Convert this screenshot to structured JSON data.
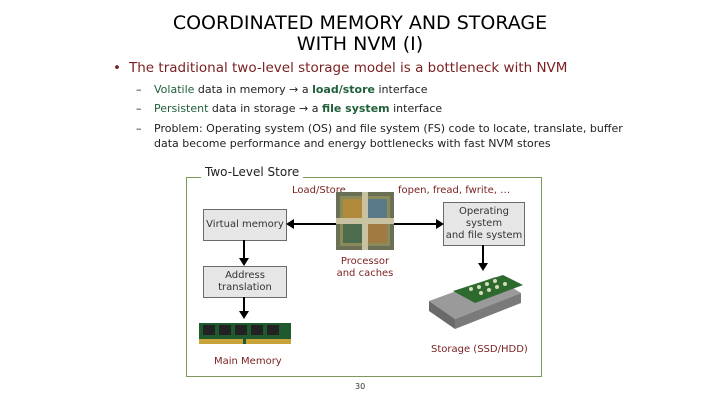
{
  "slide": {
    "title_line1": "COORDINATED MEMORY AND STORAGE",
    "title_line2": "WITH NVM (I)",
    "bullet_marker": "•",
    "bullet": "The traditional two-level storage model is a bottleneck with NVM",
    "dash": "–",
    "arrow": "→",
    "sub1": {
      "a": "Volatile",
      "b": " data in memory ",
      "c": " a ",
      "d": "load/store",
      "e": " interface"
    },
    "sub2": {
      "a": "Persistent",
      "b": " data in storage ",
      "c": " a ",
      "d": "file system",
      "e": " interface"
    },
    "sub3_line1": "Problem: Operating system (OS) and file system (FS) code to locate, translate, buffer",
    "sub3_line2": "data become performance and energy bottlenecks with fast NVM stores",
    "page_number": "30"
  },
  "diagram": {
    "frame_label": "Two-Level Store",
    "load_store": "Load/Store",
    "fopen": "fopen, fread, fwrite, …",
    "virtual_memory": "Virtual memory",
    "os_fs_line1": "Operating",
    "os_fs_line2": "system",
    "os_fs_line3": "and file system",
    "processor_line1": "Processor",
    "processor_line2": "and caches",
    "address_line1": "Address",
    "address_line2": "translation",
    "storage": "Storage (SSD/HDD)",
    "main_memory": "Main Memory"
  },
  "colors": {
    "title": "#000000",
    "bullet": "#7a1f1f",
    "accent_green": "#1f5f3a",
    "frame": "#7a9a5a"
  }
}
